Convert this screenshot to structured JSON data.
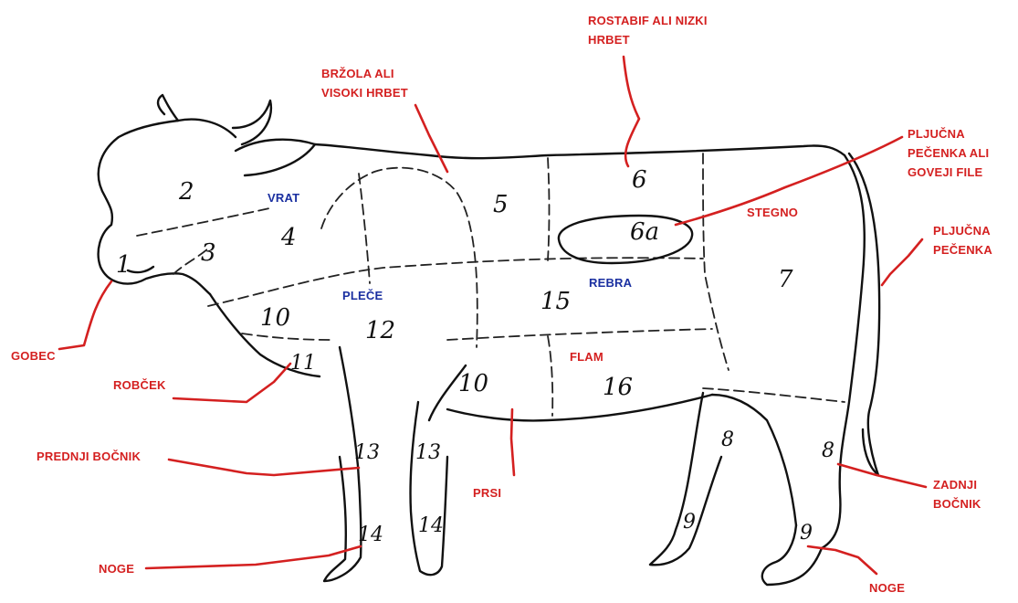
{
  "labels": {
    "gobec": "GOBEC",
    "vrat": "VRAT",
    "brzola": [
      "BRŽOLA ALI",
      "VISOKI HRBET"
    ],
    "rostabif": [
      "ROSTABIF ALI NIZKI",
      "HRBET"
    ],
    "pljucna_file": [
      "PLJUČNA",
      "PEČENKA ALI",
      "GOVEJI FILE"
    ],
    "stegno": "STEGNO",
    "pljucna": [
      "PLJUČNA",
      "PEČENKA"
    ],
    "plece": "PLEČE",
    "rebra": "REBRA",
    "flam": "FLAM",
    "robcek": "ROBČEK",
    "prednji_bocnik": "PREDNJI BOČNIK",
    "prsi": "PRSI",
    "zadnji_bocnik": [
      "ZADNJI",
      "BOČNIK"
    ],
    "noge_front": "NOGE",
    "noge_back": "NOGE"
  },
  "cuts": {
    "c1": "1",
    "c2": "2",
    "c3": "3",
    "c4": "4",
    "c5": "5",
    "c6": "6",
    "c6a": "6a",
    "c7": "7",
    "c8a": "8",
    "c8b": "8",
    "c9a": "9",
    "c9b": "9",
    "c10a": "10",
    "c10b": "10",
    "c11": "11",
    "c12": "12",
    "c13a": "13",
    "c13b": "13",
    "c14a": "14",
    "c14b": "14",
    "c15": "15",
    "c16": "16"
  },
  "colors": {
    "label_red": "#d42020",
    "label_blue": "#1a2fa0",
    "outline": "#111111"
  }
}
